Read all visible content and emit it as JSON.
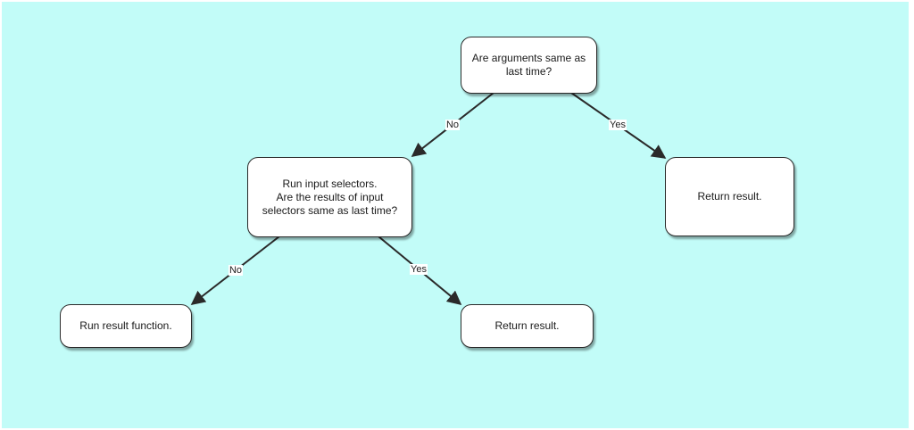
{
  "diagram": {
    "nodes": {
      "root": "Are arguments same as\nlast time?",
      "inputs": "Run input selectors.\nAre the results of input\nselectors same as last time?",
      "return_top": "Return result.",
      "run_fn": "Run result function.",
      "return_bottom": "Return result."
    },
    "edges": {
      "root_no": "No",
      "root_yes": "Yes",
      "inputs_no": "No",
      "inputs_yes": "Yes"
    },
    "colors": {
      "background": "#c2fcf8",
      "node_fill": "#ffffff",
      "stroke": "#2a2a2a"
    }
  }
}
